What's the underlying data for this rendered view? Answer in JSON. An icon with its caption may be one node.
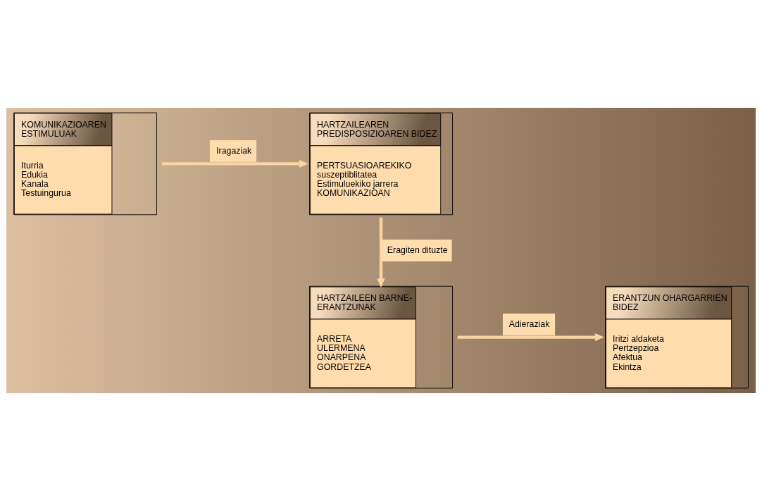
{
  "diagram": {
    "nodes": [
      {
        "text": [
          "KOMUNIKAZIOAREN ESTIMULUAK",
          "Iturria",
          "Edukia",
          "Kanala",
          "Testuingurua"
        ]
      },
      {
        "text": [
          "HARTZAILEAREN PREDISPOSIZIOAREN BIDEZ",
          "PERTSUASIOAREKIKO suszeptiblitatea",
          "Estimuluekiko jarrera KOMUNIKAZIOAN"
        ]
      },
      {
        "text": [
          "HARTZAILEEN BARNE-ERANTZUNAK",
          "ARRETA",
          "ULERMENA",
          "ONARPENA",
          "GORDETZEA"
        ]
      },
      {
        "text": [
          "ERANTZUN OHARGARRIEN BIDEZ",
          "Iritzi aldaketa",
          "Pertzepzioa",
          "Afektua",
          "Ekintza"
        ]
      }
    ],
    "edges": [
      {
        "from": 0,
        "to": 1,
        "arrow": "to",
        "label": "Iragaziak"
      },
      {
        "from": 1,
        "to": 2,
        "arrow": "to",
        "label": "Eragiten dituzte"
      },
      {
        "from": 2,
        "to": 3,
        "arrow": "to",
        "label": "Adieraziak"
      }
    ]
  }
}
